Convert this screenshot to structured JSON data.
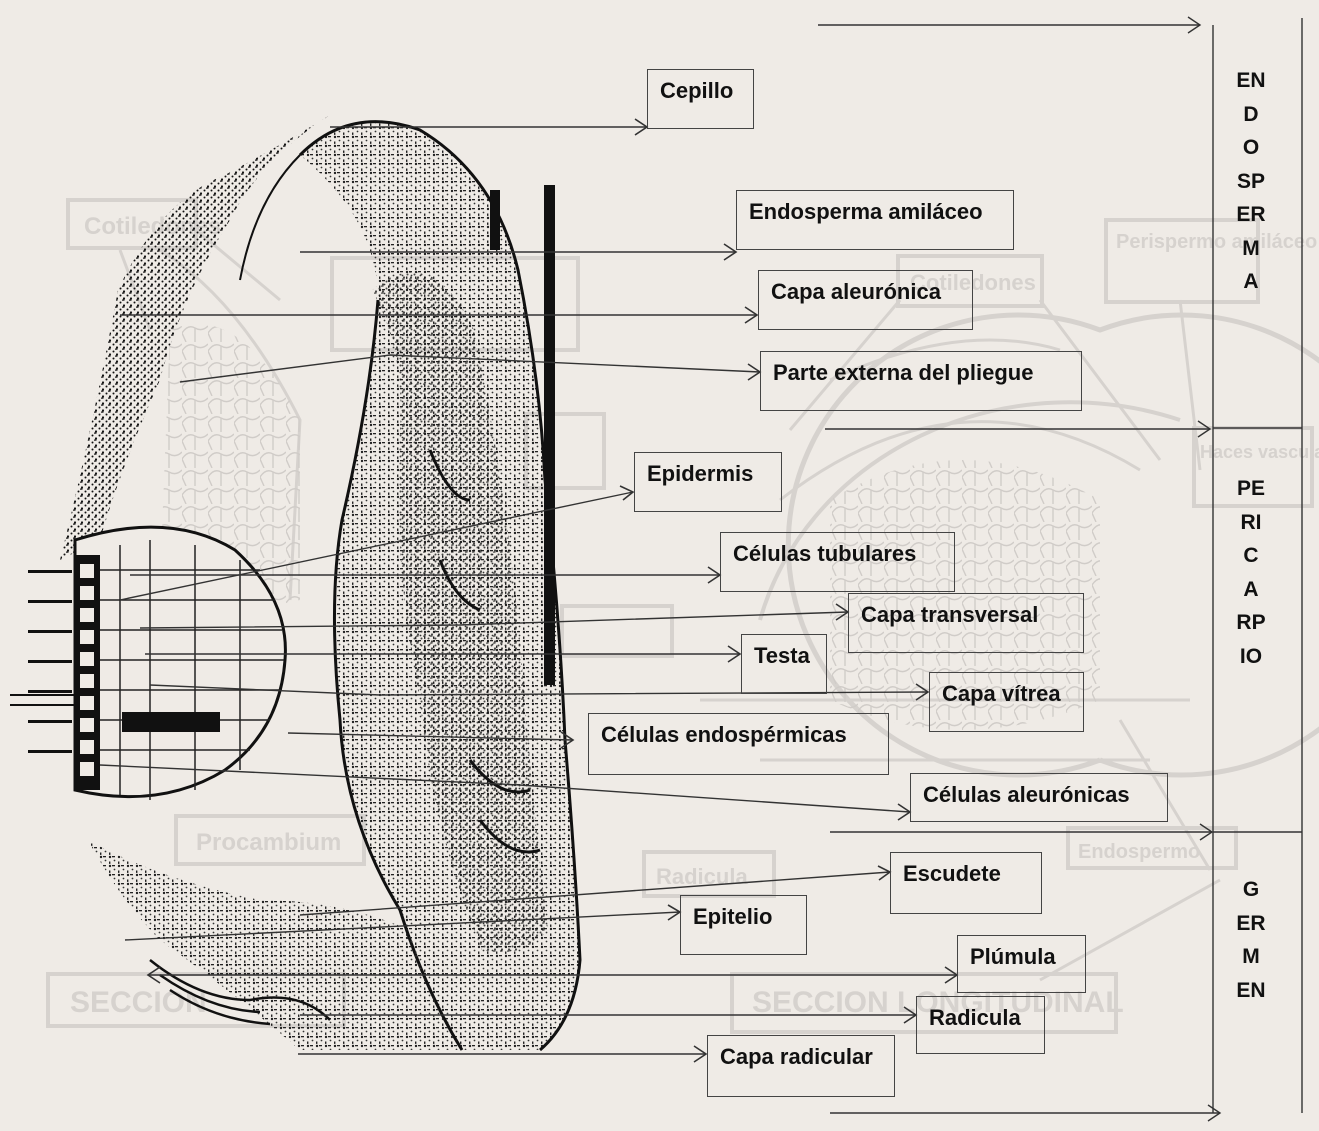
{
  "labels": {
    "cepillo": "Cepillo",
    "endosperma_amilaceo": "Endosperma amiláceo",
    "capa_aleuronica": "Capa aleurónica",
    "parte_externa_pliegue": "Parte externa del pliegue",
    "epidermis": "Epidermis",
    "celulas_tubulares": "Células tubulares",
    "capa_transversal": "Capa transversal",
    "testa": "Testa",
    "capa_vitrea": "Capa vítrea",
    "celulas_endospermicas": "Células endospérmicas",
    "celulas_aleuronicas": "Células aleurónicas",
    "escudete": "Escudete",
    "epitelio": "Epitelio",
    "plumula": "Plúmula",
    "radicula": "Radicula",
    "capa_radicular": "Capa radicular"
  },
  "regions": {
    "endosperma": "ENDOSPERMA",
    "pericarpio": "PERICARPIO",
    "germen": "GERMEN"
  },
  "background_ghost": {
    "cotiledones_left": "Cotiledones",
    "cotiledones_right": "Cotiledones",
    "perispermo": "Perispermo amiláceo",
    "haces": "Haces vasculares",
    "procambium": "Procambium",
    "endospermo": "Endospermo",
    "radicula": "Radicula",
    "seccion_left": "SECCION",
    "seccion_longitudinal": "SECCION LONGITUDINAL"
  },
  "colors": {
    "background": "#efebe6",
    "ink": "#111111",
    "ghost": "#d4d0cc"
  }
}
